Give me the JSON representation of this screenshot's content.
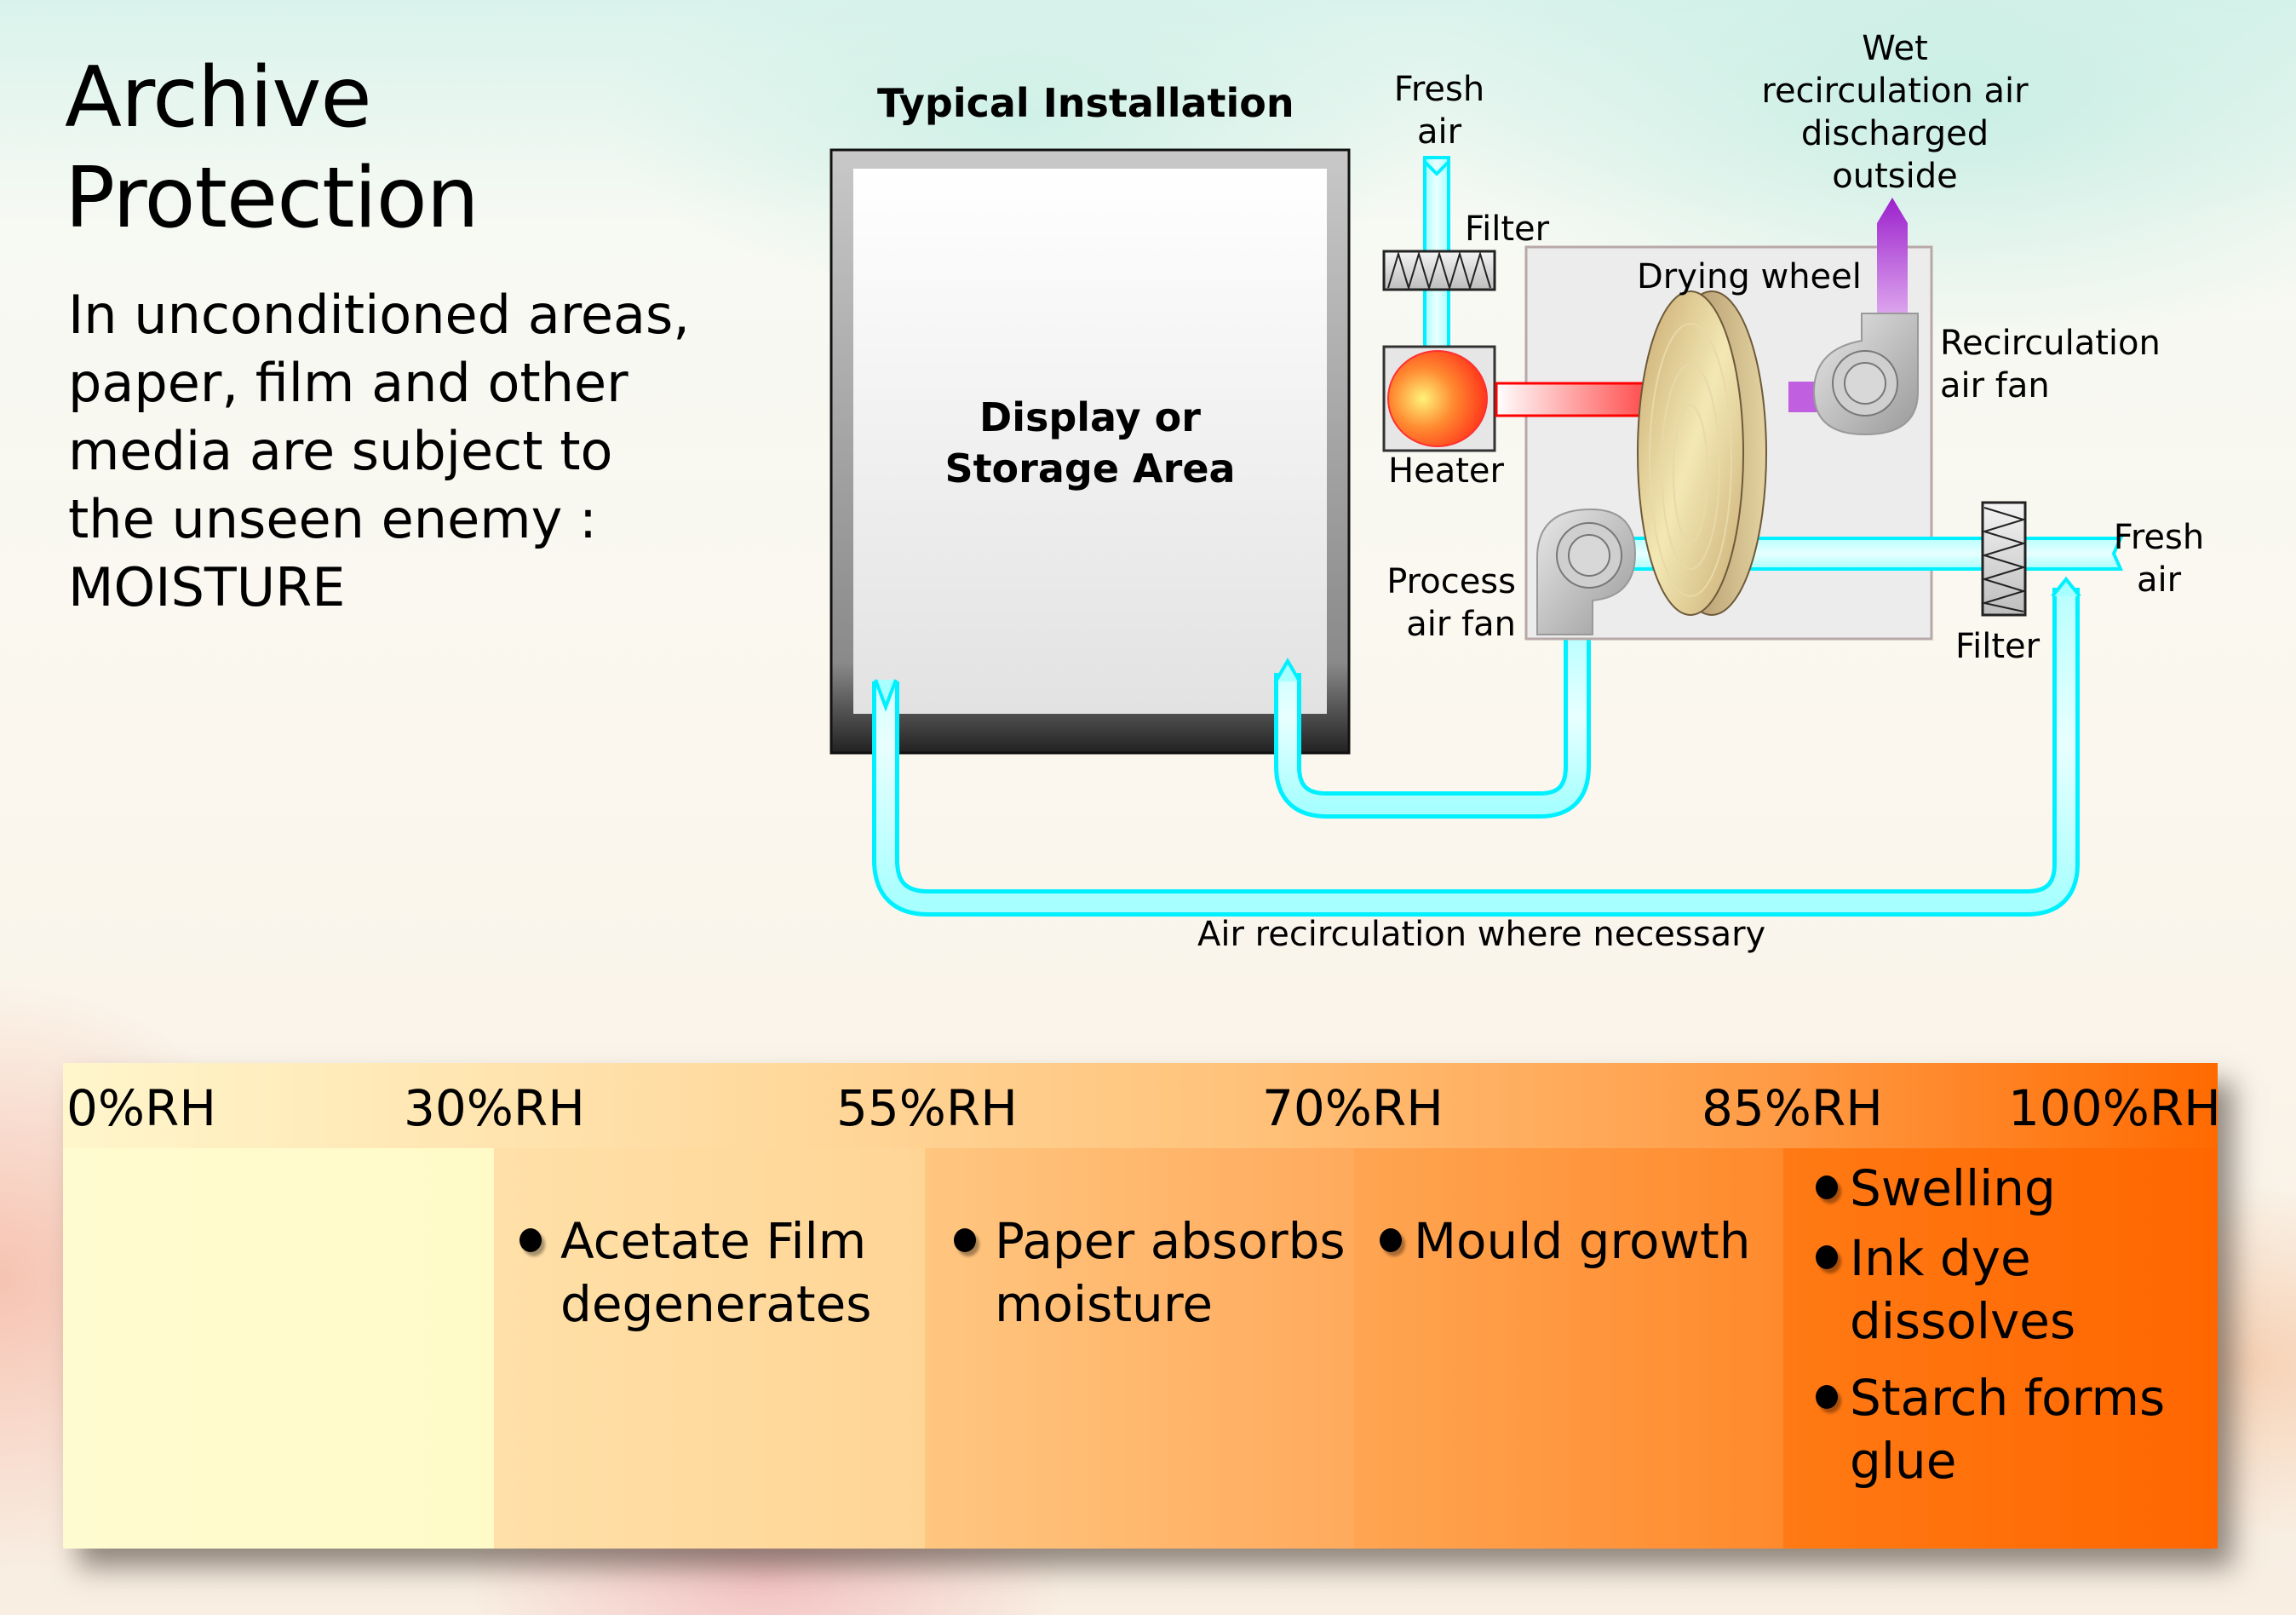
{
  "slide": {
    "title_line1": "Archive",
    "title_line2": "Protection",
    "intro_text": "In unconditioned areas, paper, film and other media are subject to the unseen enemy : MOISTURE"
  },
  "diagram": {
    "heading": "Typical Installation",
    "storage_label_line1": "Display or",
    "storage_label_line2": "Storage Area",
    "fresh_air_top_line1": "Fresh",
    "fresh_air_top_line2": "air",
    "filter_top": "Filter",
    "heater": "Heater",
    "drying_wheel": "Drying wheel",
    "wet_air_line1": "Wet",
    "wet_air_line2": "recirculation air",
    "wet_air_line3": "discharged",
    "wet_air_line4": "outside",
    "recirc_fan_line1": "Recirculation",
    "recirc_fan_line2": "air fan",
    "process_fan_line1": "Process",
    "process_fan_line2": "air fan",
    "fresh_air_right_line1": "Fresh",
    "fresh_air_right_line2": "air",
    "filter_right": "Filter",
    "recirculation_note": "Air recirculation where necessary",
    "colors": {
      "duct_air": "#00ffff",
      "heated_air": "#ff0000",
      "wet_air": "#9b30d0",
      "wheel": "#d9c48f"
    }
  },
  "humidity_scale": {
    "ticks": [
      "0%RH",
      "30%RH",
      "55%RH",
      "70%RH",
      "85%RH",
      "100%RH"
    ],
    "bands": [
      {
        "range": "0-30%RH",
        "effects": []
      },
      {
        "range": "30-55%RH",
        "effects": [
          "Acetate Film degenerates"
        ]
      },
      {
        "range": "55-70%RH",
        "effects": [
          "Paper absorbs moisture"
        ]
      },
      {
        "range": "70-85%RH",
        "effects": [
          "Mould growth"
        ]
      },
      {
        "range": "85-100%RH",
        "effects": [
          "Swelling",
          "Ink dye dissolves",
          "Starch forms glue"
        ]
      }
    ],
    "band_colors": [
      "#fffbcc",
      "#ffd99a",
      "#ffb870",
      "#ff9a42",
      "#ff6a00"
    ]
  }
}
